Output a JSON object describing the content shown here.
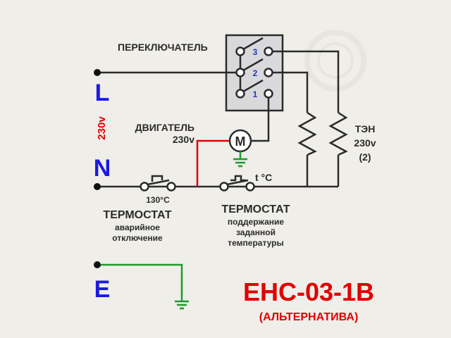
{
  "labels": {
    "switch": "ПЕРЕКЛЮЧАТЕЛЬ",
    "switch_positions": [
      "3",
      "2",
      "1"
    ],
    "motor_title": "ДВИГАТЕЛЬ",
    "motor_voltage": "230v",
    "motor_symbol": "M",
    "heater_title": "ТЭН",
    "heater_voltage": "230v",
    "heater_count": "(2)",
    "line_L": "L",
    "line_N": "N",
    "line_E": "E",
    "supply_voltage": "230v",
    "thermostat1_temp": "130°C",
    "thermostat1_title": "ТЕРМОСТАТ",
    "thermostat1_desc1": "аварийное",
    "thermostat1_desc2": "отключение",
    "thermostat2_temp": "t °C",
    "thermostat2_title": "ТЕРМОСТАТ",
    "thermostat2_desc1": "поддержание",
    "thermostat2_desc2": "заданной",
    "thermostat2_desc3": "температуры",
    "model": "ЕНС-03-1В",
    "model_note": "(АЛЬТЕРНАТИВА)"
  },
  "colors": {
    "wire": "#2b2b2b",
    "blue": "#1a1adf",
    "red": "#e00000",
    "green": "#1e9a2e",
    "box": "#d9d9dc"
  }
}
